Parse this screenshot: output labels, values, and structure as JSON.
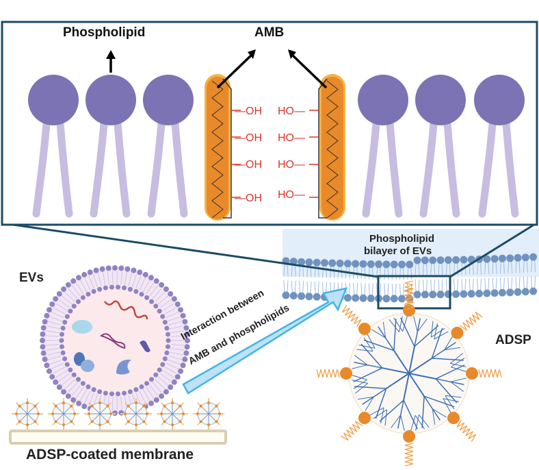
{
  "figure": {
    "zoom_panel": {
      "phospholipid_label": "Phospholipid",
      "amb_label": "AMB",
      "hydroxyl_left": [
        "—OH",
        "—OH",
        "—OH",
        "—OH"
      ],
      "hydroxyl_right": [
        "HO—",
        "HO—",
        "HO—",
        "HO—"
      ],
      "phospholipids_left_count": 3,
      "phospholipids_right_count": 3
    },
    "bilayer_label_line1": "Phospholipid",
    "bilayer_label_line2": "bilayer of EVs",
    "evs_label": "EVs",
    "arrow_label_line1": "Interaction between",
    "arrow_label_line2": "AMB and phospholipids",
    "adsp_label": "ADSP",
    "membrane_label": "ADSP-coated membrane",
    "membrane_particle_count": 6,
    "colors": {
      "frame": "#1b4a66",
      "phospholipid_head": "#7b73b3",
      "phospholipid_tail": "#c6bde0",
      "amb_orange": "#e8892a",
      "amb_glow": "#f5b343",
      "hydroxyl_red": "#d9352b",
      "bilayer_bg": "#e2eef9",
      "bilayer_head": "#7192bf",
      "bilayer_tail": "#9fbce0",
      "ev_head": "#8f84c0",
      "ev_fill": "#fbe9ec",
      "arrow_fill": "#bfe0f5",
      "arrow_stroke": "#3fb6e6",
      "dendrimer": "#3d6fb5",
      "peptide": "#e8892a",
      "membrane": "#d8ceb1"
    }
  }
}
